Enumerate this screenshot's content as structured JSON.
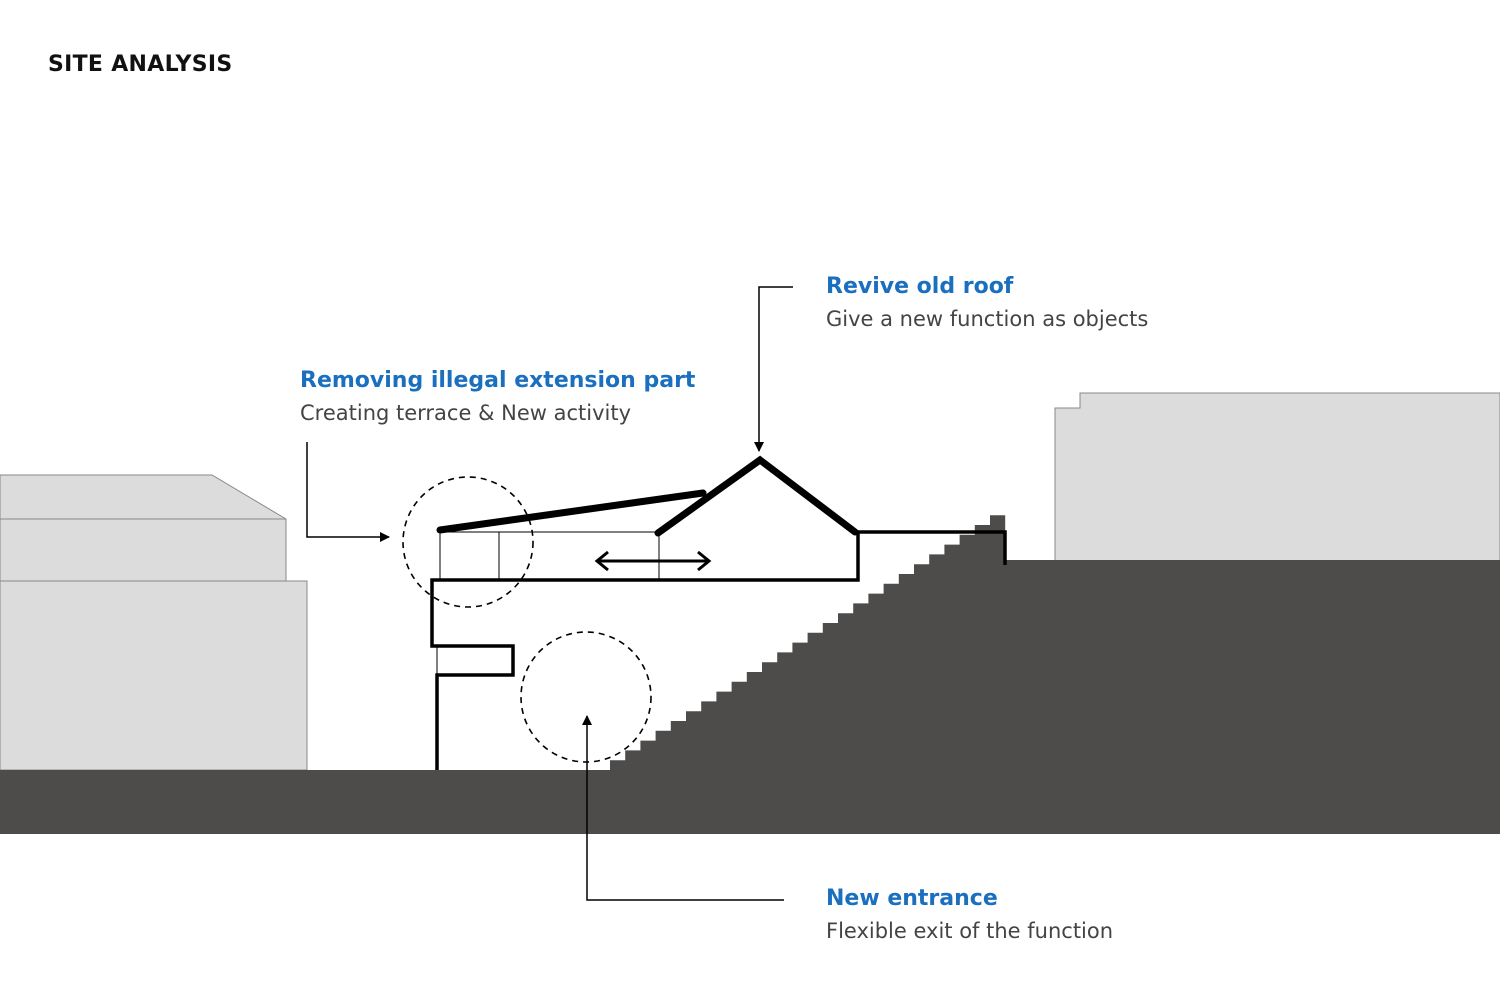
{
  "title": "SITE ANALYSIS",
  "colors": {
    "accent": "#1a6fbf",
    "ground": "#4d4c4b",
    "neighbor_buildings": "#dcdcdc",
    "outline": "#000000",
    "subtext": "#444444"
  },
  "annotations": {
    "roof": {
      "title": "Revive old roof",
      "subtitle": "Give a new function as objects"
    },
    "extension": {
      "title": "Removing illegal extension part",
      "subtitle": "Creating terrace & New activity"
    },
    "entrance": {
      "title": "New entrance",
      "subtitle": "Flexible exit of the function"
    }
  }
}
